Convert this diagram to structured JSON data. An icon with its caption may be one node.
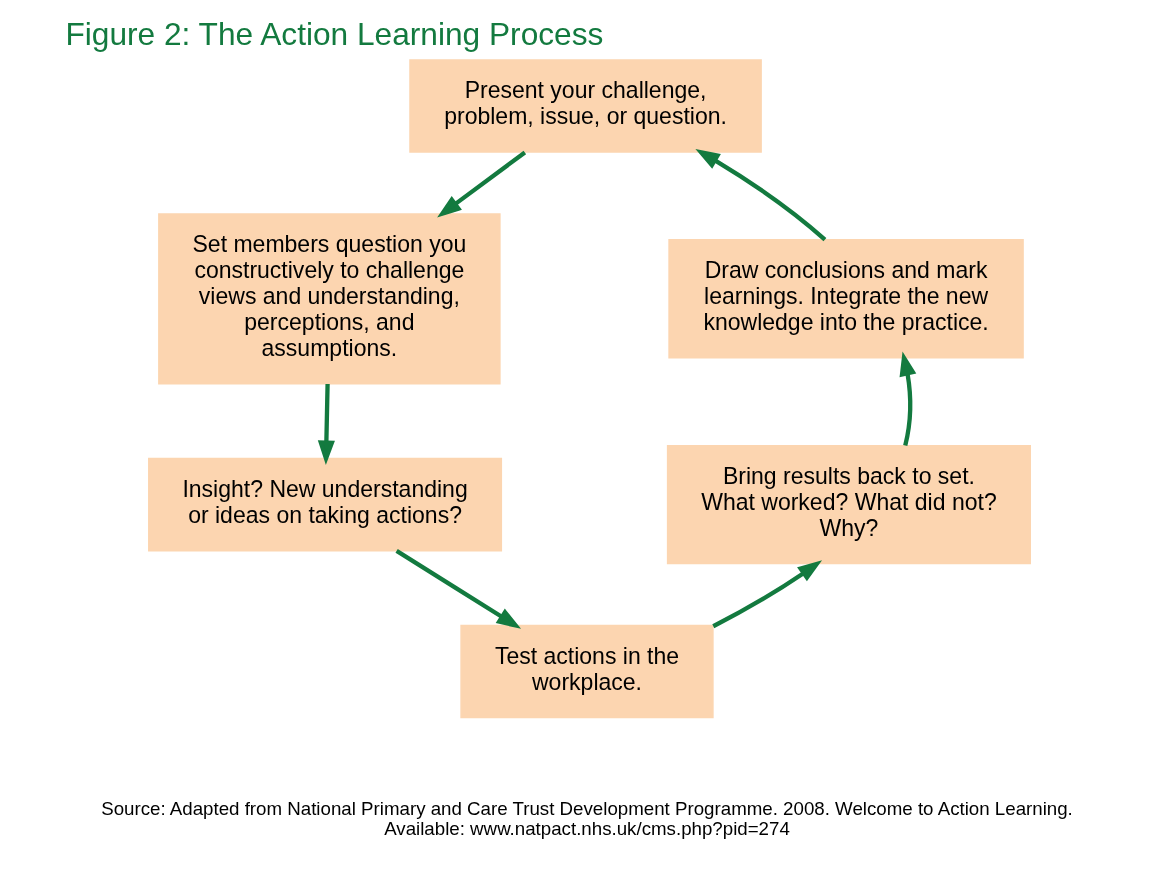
{
  "diagram": {
    "title": "Figure 2: The Action Learning Process",
    "nodes": [
      {
        "text": [
          "Present your challenge, problem, issue, or question."
        ]
      },
      {
        "text": [
          "Set members question you constructively to challenge views and understanding, perceptions, and assumptions."
        ]
      },
      {
        "text": [
          "Insight? New understanding or ideas on taking actions?"
        ]
      },
      {
        "text": [
          "Test actions in the workplace."
        ]
      },
      {
        "text": [
          "Bring results back to set. What worked? What did not? Why?"
        ]
      },
      {
        "text": [
          "Draw conclusions and mark learnings. Integrate the new knowledge into the practice."
        ]
      }
    ],
    "edges": [
      {
        "from": 0,
        "to": 1,
        "arrow": "to"
      },
      {
        "from": 1,
        "to": 2,
        "arrow": "to"
      },
      {
        "from": 2,
        "to": 3,
        "arrow": "to"
      },
      {
        "from": 3,
        "to": 4,
        "arrow": "to"
      },
      {
        "from": 4,
        "to": 5,
        "arrow": "to"
      },
      {
        "from": 5,
        "to": 0,
        "arrow": "to"
      }
    ],
    "labels": [
      "Source: Adapted from National Primary and Care Trust Development Programme. 2008. Welcome to Action Learning. Available: www.natpact.nhs.uk/cms.php?pid=274"
    ]
  }
}
